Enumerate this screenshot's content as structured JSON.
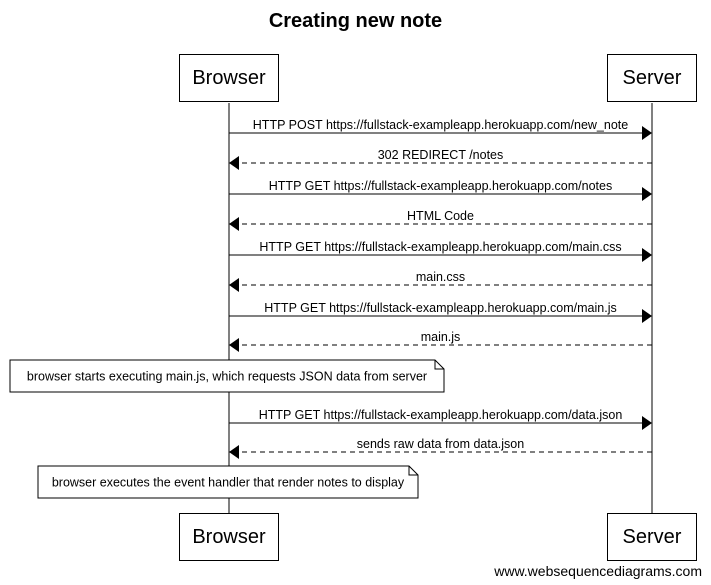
{
  "title": "Creating new note",
  "actors": [
    {
      "id": "browser",
      "label": "Browser"
    },
    {
      "id": "server",
      "label": "Server"
    }
  ],
  "steps": [
    {
      "kind": "message",
      "from": "browser",
      "to": "server",
      "style": "solid",
      "label": "HTTP POST https://fullstack-exampleapp.herokuapp.com/new_note"
    },
    {
      "kind": "message",
      "from": "server",
      "to": "browser",
      "style": "dashed",
      "label": "302 REDIRECT /notes"
    },
    {
      "kind": "message",
      "from": "browser",
      "to": "server",
      "style": "solid",
      "label": "HTTP GET https://fullstack-exampleapp.herokuapp.com/notes"
    },
    {
      "kind": "message",
      "from": "server",
      "to": "browser",
      "style": "dashed",
      "label": "HTML Code"
    },
    {
      "kind": "message",
      "from": "browser",
      "to": "server",
      "style": "solid",
      "label": "HTTP GET https://fullstack-exampleapp.herokuapp.com/main.css"
    },
    {
      "kind": "message",
      "from": "server",
      "to": "browser",
      "style": "dashed",
      "label": "main.css"
    },
    {
      "kind": "message",
      "from": "browser",
      "to": "server",
      "style": "solid",
      "label": "HTTP GET https://fullstack-exampleapp.herokuapp.com/main.js"
    },
    {
      "kind": "message",
      "from": "server",
      "to": "browser",
      "style": "dashed",
      "label": "main.js"
    },
    {
      "kind": "note",
      "over": "browser",
      "text": "browser starts executing main.js, which requests JSON data from server"
    },
    {
      "kind": "message",
      "from": "browser",
      "to": "server",
      "style": "solid",
      "label": "HTTP GET https://fullstack-exampleapp.herokuapp.com/data.json"
    },
    {
      "kind": "message",
      "from": "server",
      "to": "browser",
      "style": "dashed",
      "label": "sends raw data from data.json"
    },
    {
      "kind": "note",
      "over": "browser",
      "text": "browser executes the event handler that render notes to display"
    }
  ],
  "footer": "www.websequencediagrams.com"
}
